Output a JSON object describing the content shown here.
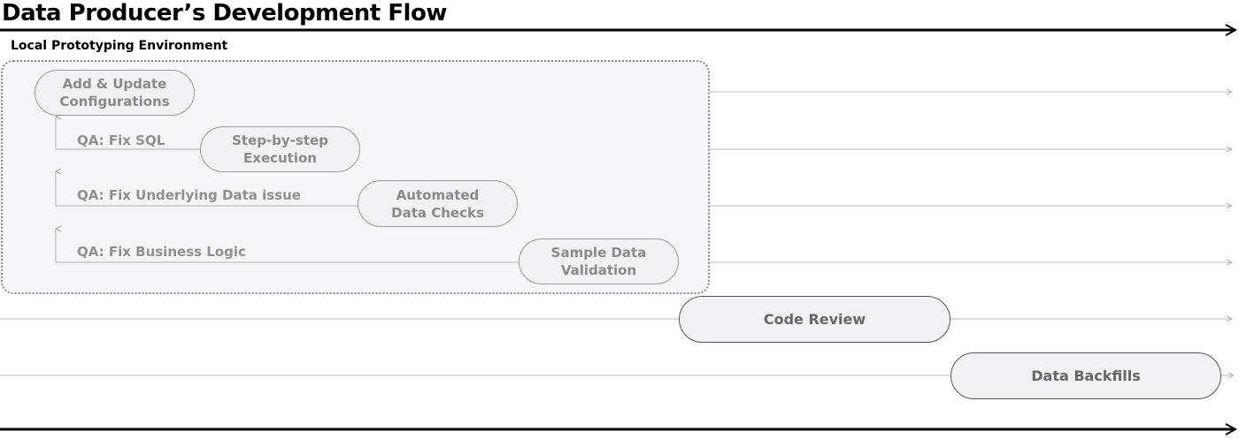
{
  "title": "Data Producer’s Development Flow",
  "environment": {
    "label": "Local Prototyping Environment"
  },
  "steps": [
    {
      "label": "Add & Update\nConfigurations"
    },
    {
      "label": "Step-by-step\nExecution"
    },
    {
      "label": "Automated\nData Checks"
    },
    {
      "label": "Sample Data\nValidation"
    },
    {
      "label": "Code Review"
    },
    {
      "label": "Data Backfills"
    }
  ],
  "feedback_loops": [
    {
      "label": "QA: Fix SQL"
    },
    {
      "label": "QA: Fix Underlying Data issue"
    },
    {
      "label": "QA: Fix Business Logic"
    }
  ],
  "colors": {
    "accent_line": "#000000",
    "muted_line": "#b8b8b8",
    "pill_text": "#8a8a8a"
  }
}
